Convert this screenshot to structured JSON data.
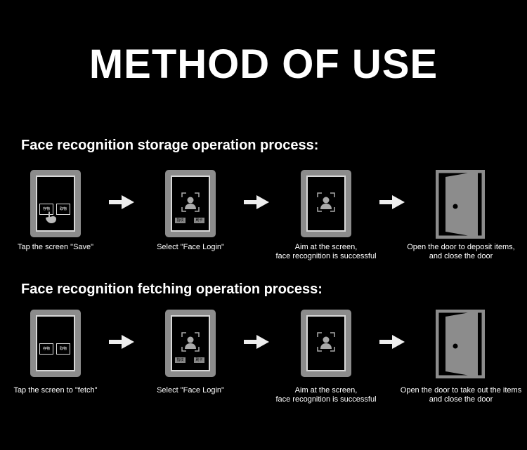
{
  "title": "METHOD OF USE",
  "sections": [
    {
      "heading": "Face recognition storage operation process:",
      "steps": [
        "Tap the screen \"Save\"",
        "Select \"Face Login\"",
        "Aim at the screen,\nface recognition is successful",
        "Open the door to deposit items,\nand close the door"
      ]
    },
    {
      "heading": "Face recognition fetching operation process:",
      "steps": [
        "Tap the screen to \"fetch\"",
        "Select \"Face Login\"",
        "Aim at the screen,\nface recognition is successful",
        "Open the door to take out the items\nand close the door"
      ]
    }
  ],
  "screen_labels": {
    "save": "存物",
    "fetch": "取物",
    "fingerprint": "指纹",
    "card": "刷卡"
  }
}
